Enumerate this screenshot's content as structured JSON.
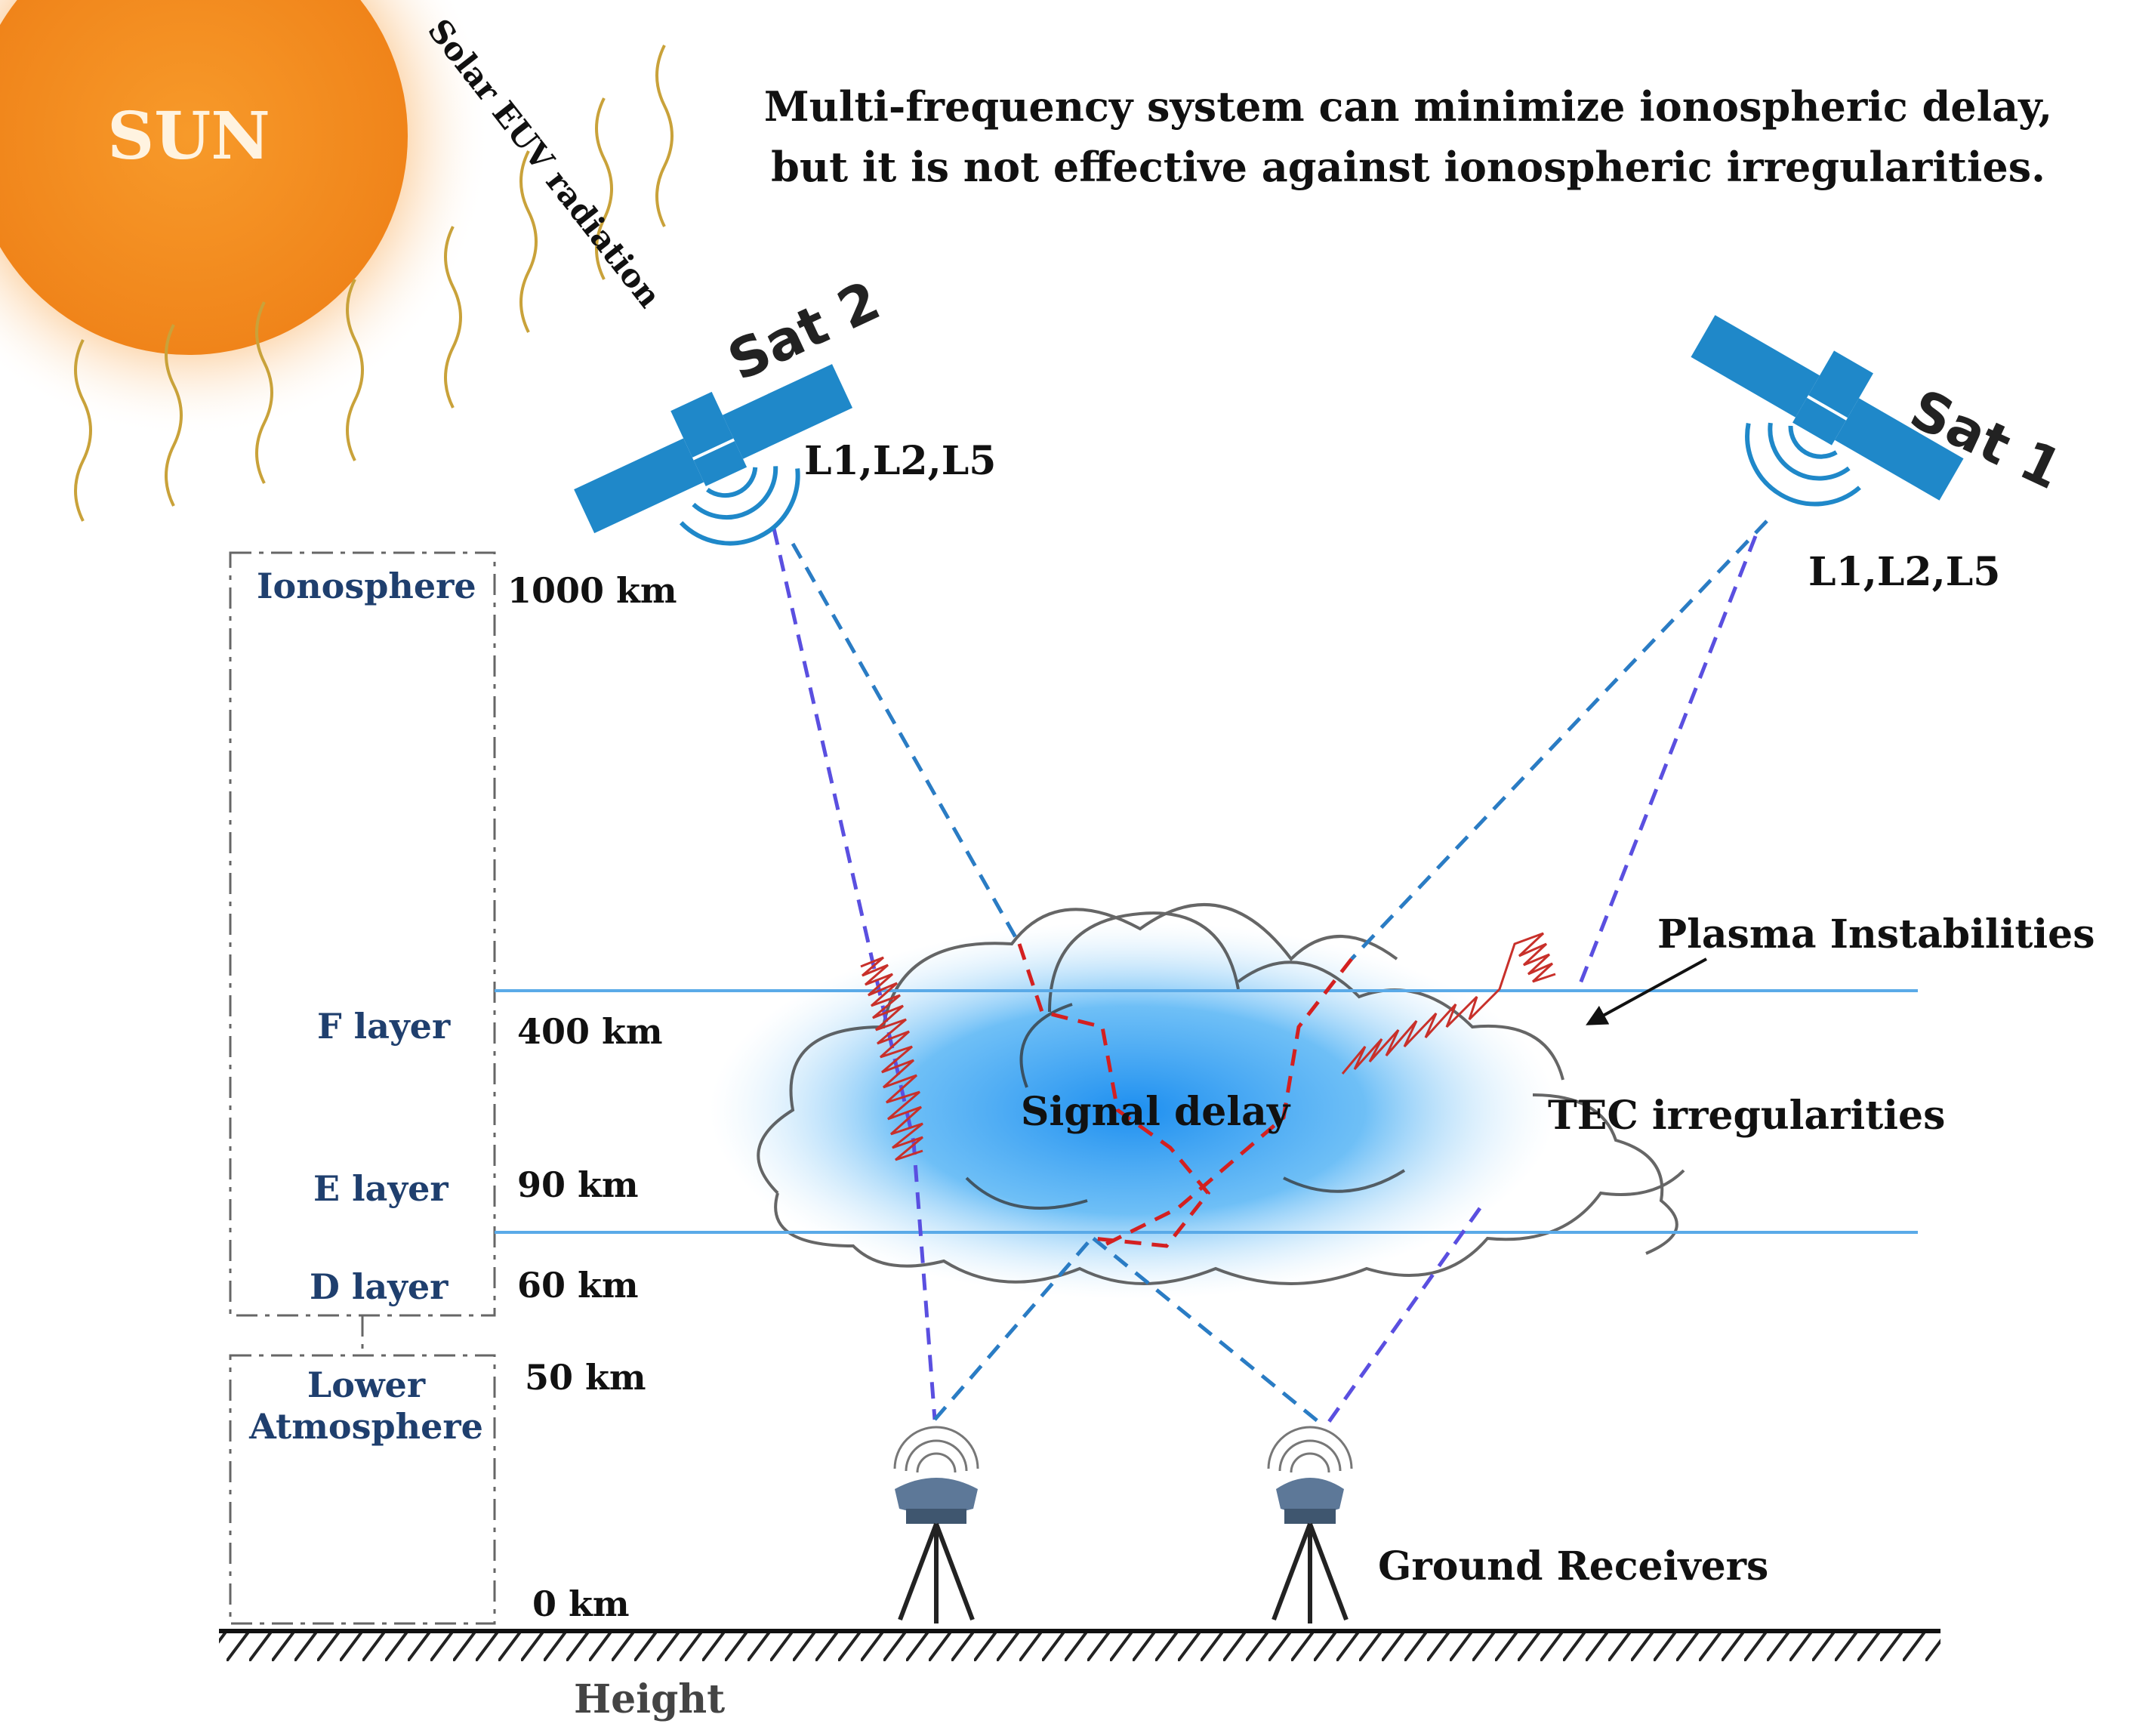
{
  "title_line1": "Multi-frequency system can minimize ionospheric delay,",
  "title_line2": "but it is not effective against ionospheric irregularities.",
  "sun_label": "SUN",
  "solar_label": "Solar EUV radiation",
  "sat2": {
    "name": "Sat 2",
    "freqs": "L1,L2,L5"
  },
  "sat1": {
    "name": "Sat 1",
    "freqs": "L1,L2,L5"
  },
  "layers": {
    "ionosphere": "Ionosphere",
    "f": "F layer",
    "e": "E layer",
    "d": "D layer",
    "lower_line1": "Lower",
    "lower_line2": "Atmosphere"
  },
  "heights": {
    "h1000": "1000 km",
    "h400": "400 km",
    "h90": "90 km",
    "h60": "60 km",
    "h50": "50 km",
    "h0": "0 km"
  },
  "plasma": "Plasma Instabilities",
  "signal_delay": "Signal delay",
  "tec": "TEC irregularities",
  "receivers": "Ground Receivers",
  "height_axis": "Height",
  "colors": {
    "sun": "#f7931e",
    "satellite": "#1f88c9",
    "path_blue": "#2a7cc4",
    "path_purple": "#5a4fe0",
    "path_red": "#d42020",
    "cloud": "#2a9cf0",
    "layer_text": "#1f3f6e"
  }
}
